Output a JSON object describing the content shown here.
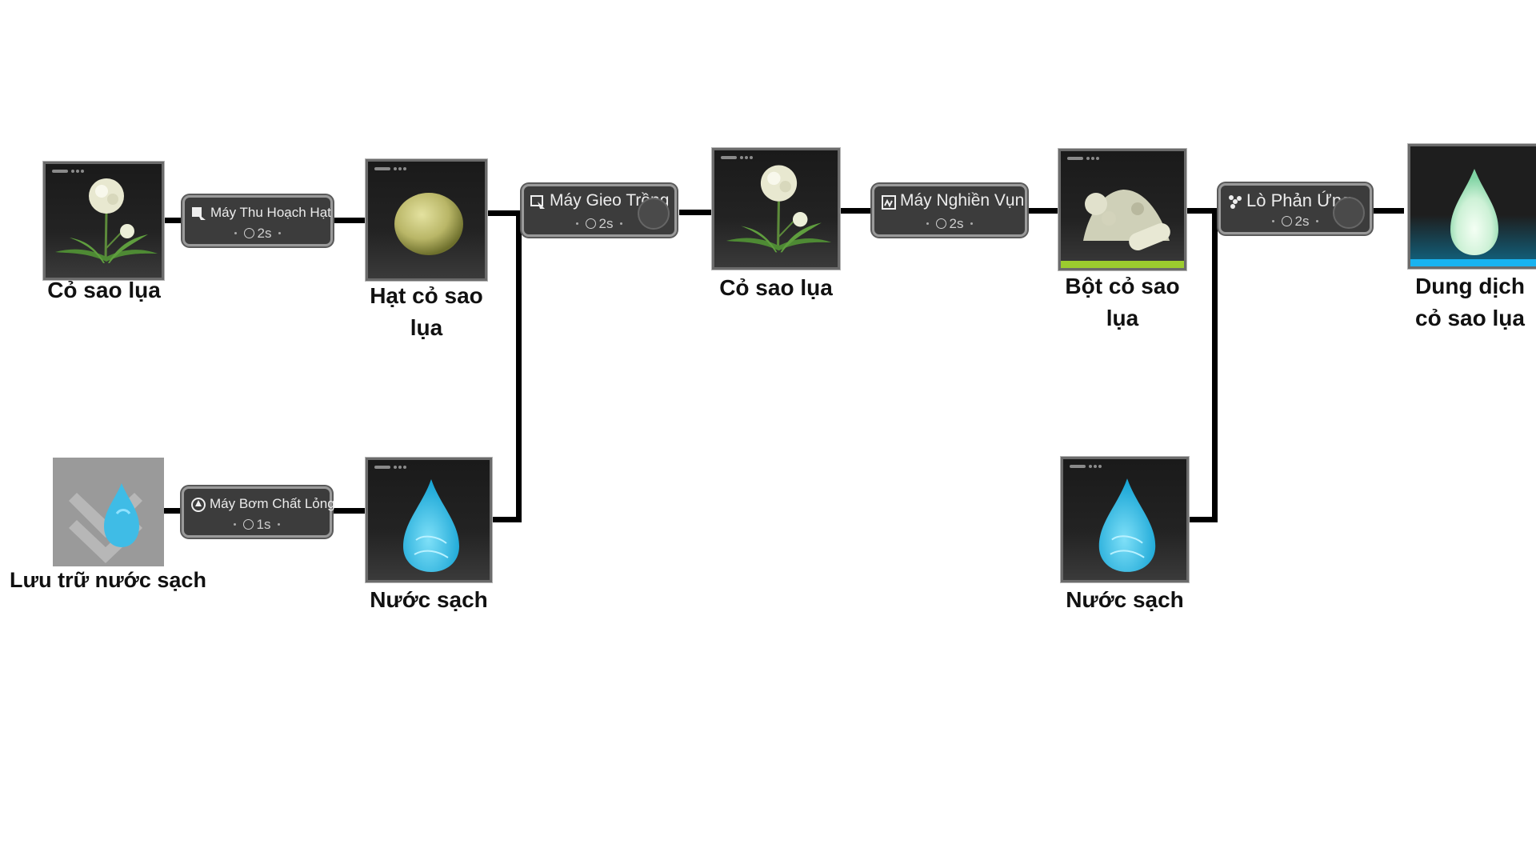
{
  "items": {
    "silk_grass_1": "Cỏ sao lụa",
    "silk_grass_seed": "Hạt cỏ sao lụa",
    "clean_water_storage": "Lưu trữ nước sạch",
    "clean_water_1": "Nước sạch",
    "silk_grass_2": "Cỏ sao lụa",
    "silk_grass_powder": "Bột cỏ sao lụa",
    "clean_water_2": "Nước sạch",
    "silk_grass_solution": "Dung dịch cỏ sao lụa"
  },
  "machines": {
    "seed_harvester": {
      "name": "Máy Thu Hoạch Hạt",
      "time": "2s"
    },
    "pump": {
      "name": "Máy Bơm Chất Lỏng",
      "time": "1s"
    },
    "planter": {
      "name": "Máy Gieo Trồng",
      "time": "2s"
    },
    "grinder": {
      "name": "Máy Nghiền Vụn",
      "time": "2s"
    },
    "reactor": {
      "name": "Lò Phản Ứng",
      "time": "2s"
    }
  },
  "colors": {
    "powder_accent": "#9ccc2e",
    "solution_accent": "#19b3f0",
    "water": "#45c6e6"
  }
}
